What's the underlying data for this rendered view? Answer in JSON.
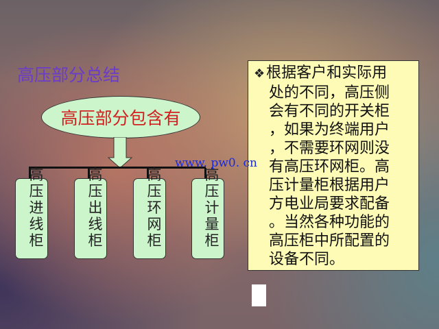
{
  "title": "高压部分总结",
  "diagram": {
    "root": "高压部分包含有",
    "children": [
      "高压进线柜",
      "高压出线柜",
      "高压环网柜",
      "高压计量柜"
    ]
  },
  "textbox": {
    "bullet_icon": "diamond-bullet-icon",
    "lines": [
      "根据客户和实际用",
      "处的不同，高压侧",
      "会有不同的开关柜",
      "，如果为终端用户",
      "，不需要环网则没",
      "有高压环网柜。高",
      "压计量柜根据用户",
      "方电业局要求配备",
      "。当然各种功能的",
      "高压柜中所配置的",
      "设备不同。"
    ]
  },
  "watermark": "www. pw0. cn"
}
